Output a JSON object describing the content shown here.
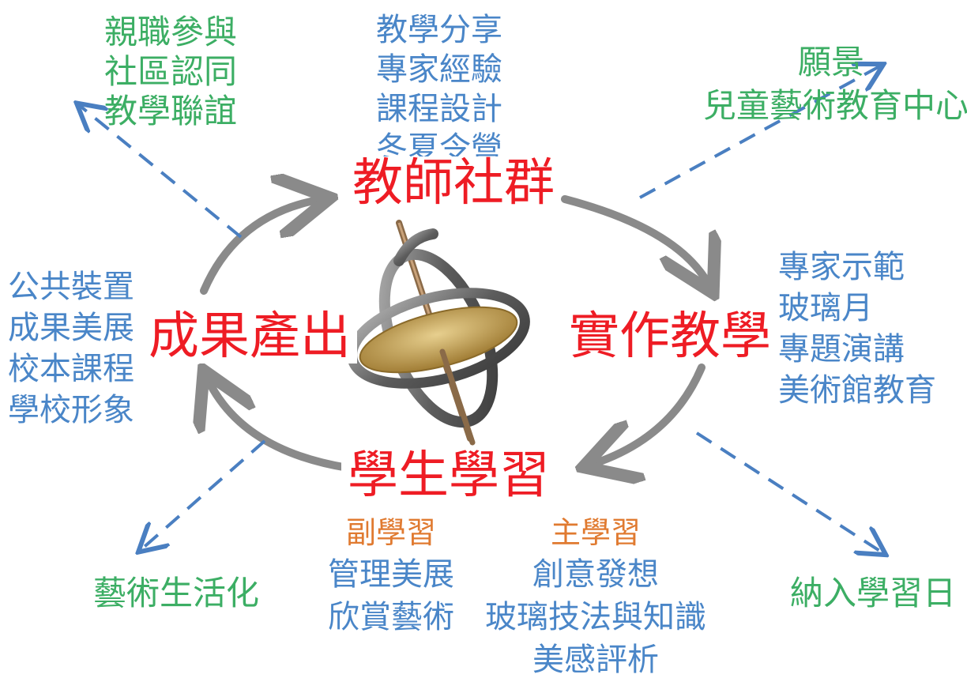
{
  "center_nodes": {
    "top": "教師社群",
    "right": "實作教學",
    "bottom": "學生學習",
    "left": "成果產出"
  },
  "top_left_list": [
    "親職參與",
    "社區認同",
    "教學聯誼"
  ],
  "top_center_list": [
    "教學分享",
    "專家經驗",
    "課程設計",
    "冬夏令營"
  ],
  "top_right": {
    "label1": "願景",
    "label2": "兒童藝術教育中心"
  },
  "right_list": [
    "專家示範",
    "玻璃月",
    "專題演講",
    "美術館教育"
  ],
  "left_list": [
    "公共裝置",
    "成果美展",
    "校本課程",
    "學校形象"
  ],
  "bottom_left_label": "藝術生活化",
  "bottom_right_label": "納入學習日",
  "secondary_learning": {
    "title": "副學習",
    "items": [
      "管理美展",
      "欣賞藝術"
    ]
  },
  "main_learning": {
    "title": "主學習",
    "items": [
      "創意發想",
      "玻璃技法與知識",
      "美感評析"
    ]
  },
  "colors": {
    "green": "#3cae64",
    "blue": "#4a86c8",
    "orange": "#e07a30",
    "red": "#ee1c24",
    "gray": "#8a8a8a",
    "dash": "#4a7fc1",
    "gold": "#c8a352"
  },
  "icons": {
    "center": "gyroscope-icon"
  }
}
